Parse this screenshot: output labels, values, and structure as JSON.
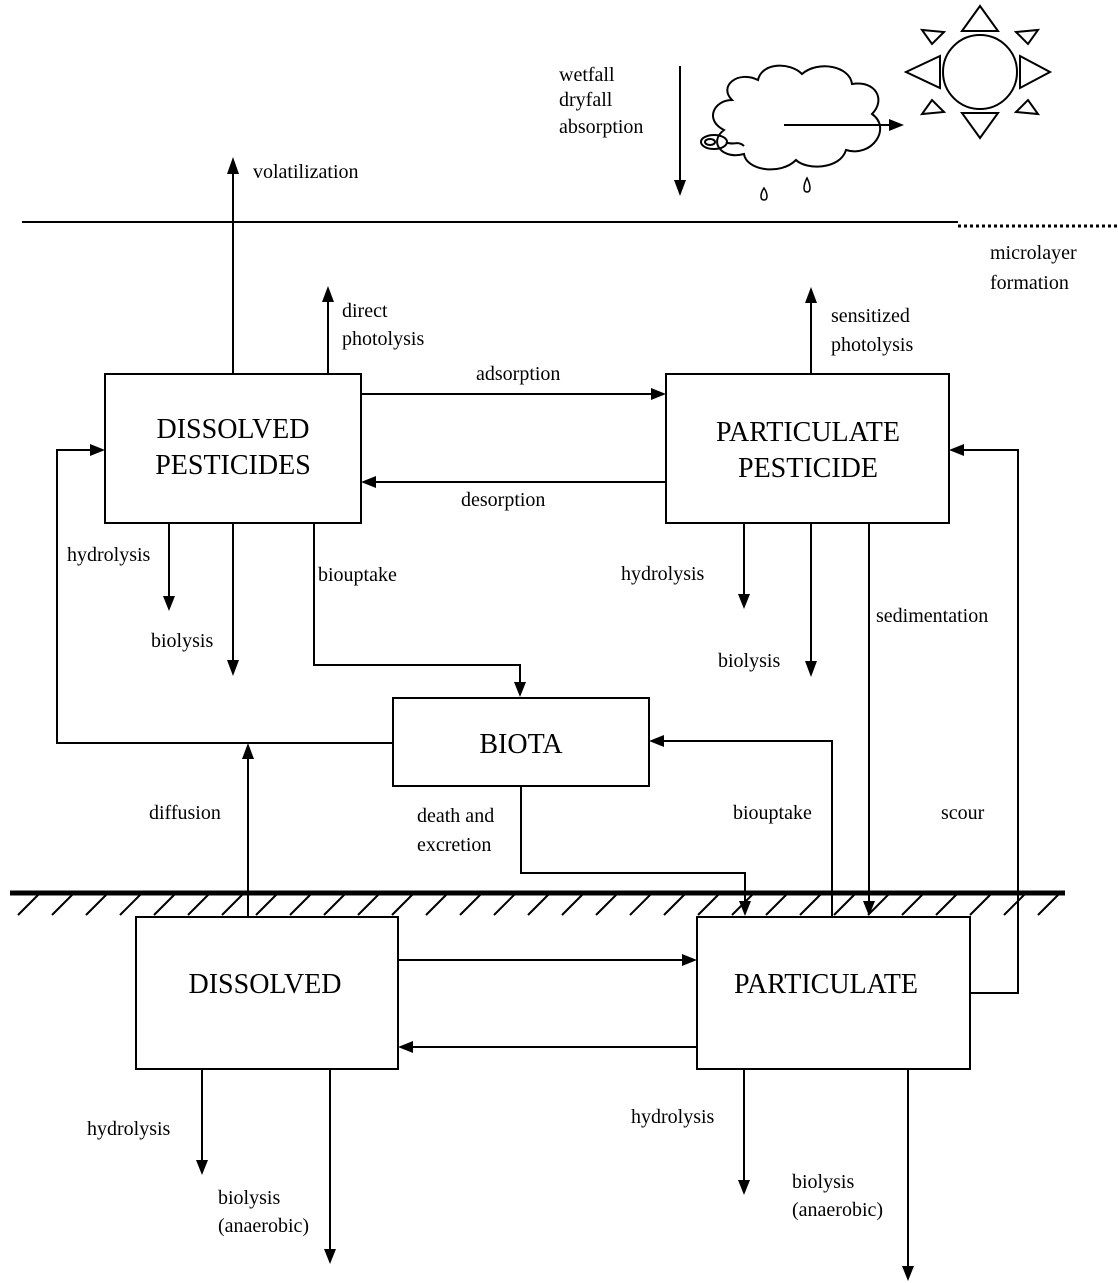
{
  "boxes": {
    "dissolved_pesticides": [
      "DISSOLVED",
      "PESTICIDES"
    ],
    "particulate_pesticide": [
      "PARTICULATE",
      "PESTICIDE"
    ],
    "biota": "BIOTA",
    "dissolved": "DISSOLVED",
    "particulate": "PARTICULATE"
  },
  "labels": {
    "wetfall": "wetfall",
    "dryfall": "dryfall",
    "absorption": "absorption",
    "volatilization": "volatilization",
    "microlayer": [
      "microlayer",
      "formation"
    ],
    "direct_photolysis": [
      "direct",
      "photolysis"
    ],
    "sensitized_photolysis": [
      "sensitized",
      "photolysis"
    ],
    "adsorption": "adsorption",
    "desorption": "desorption",
    "hydrolysis_dp": "hydrolysis",
    "biolysis_dp": "biolysis",
    "biouptake_dp": "biouptake",
    "hydrolysis_pp": "hydrolysis",
    "biolysis_pp": "biolysis",
    "sedimentation": "sedimentation",
    "diffusion": "diffusion",
    "death_excretion": [
      "death and",
      "excretion"
    ],
    "biouptake_sed": "biouptake",
    "scour": "scour",
    "hydrolysis_d": "hydrolysis",
    "biolysis_d": [
      "biolysis",
      "(anaerobic)"
    ],
    "hydrolysis_p": "hydrolysis",
    "biolysis_p": [
      "biolysis",
      "(anaerobic)"
    ]
  },
  "icons": [
    "cloud-icon",
    "sun-icon",
    "raindrop-icon"
  ]
}
